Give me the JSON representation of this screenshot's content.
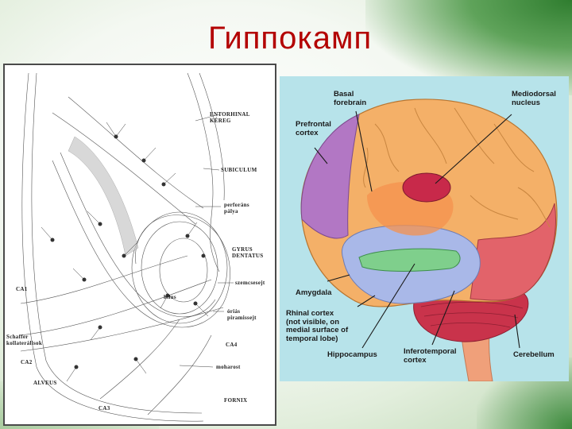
{
  "slide": {
    "title": "Гиппокамп"
  },
  "hippocampus_diagram": {
    "labels": {
      "entorhinal": "ENTORHINAL\nKÉREG",
      "subiculum": "SUBICULUM",
      "perforans": "perforáns\npálya",
      "gyrus": "GYRUS\nDENTATUS",
      "szemcse": "szemcsesejt",
      "ca1": "CA1",
      "hilus": "hilus",
      "oriaspiramis": "óriás\npiramissejt",
      "schaffer": "Schaffer\nkollaterálisok",
      "ca4": "CA4",
      "ca2": "CA2",
      "moharost": "moharost",
      "alveus": "ALVEUS",
      "ca3": "CA3",
      "fornix": "FORNIX"
    }
  },
  "brain_diagram": {
    "labels": {
      "basal_forebrain": "Basal\nforebrain",
      "mediodorsal": "Mediodorsal\nnucleus",
      "prefrontal": "Prefrontal\ncortex",
      "amygdala": "Amygdala",
      "rhinal": "Rhinal cortex\n(not visible, on\nmedial surface of\ntemporal lobe)",
      "hippocampus": "Hippocampus",
      "inferotemporal": "Inferotemporal\ncortex",
      "cerebellum": "Cerebellum"
    },
    "colors": {
      "background": "#b7e3ea",
      "cortex": "#f4b068",
      "prefrontal": "#b277c4",
      "temporal": "#a9b8e8",
      "occipital": "#e2636a",
      "cerebellum": "#c9334b",
      "amygdala": "#7fcf8c",
      "mediodorsal": "#c8294a",
      "brainstem": "#f0a07a"
    }
  }
}
